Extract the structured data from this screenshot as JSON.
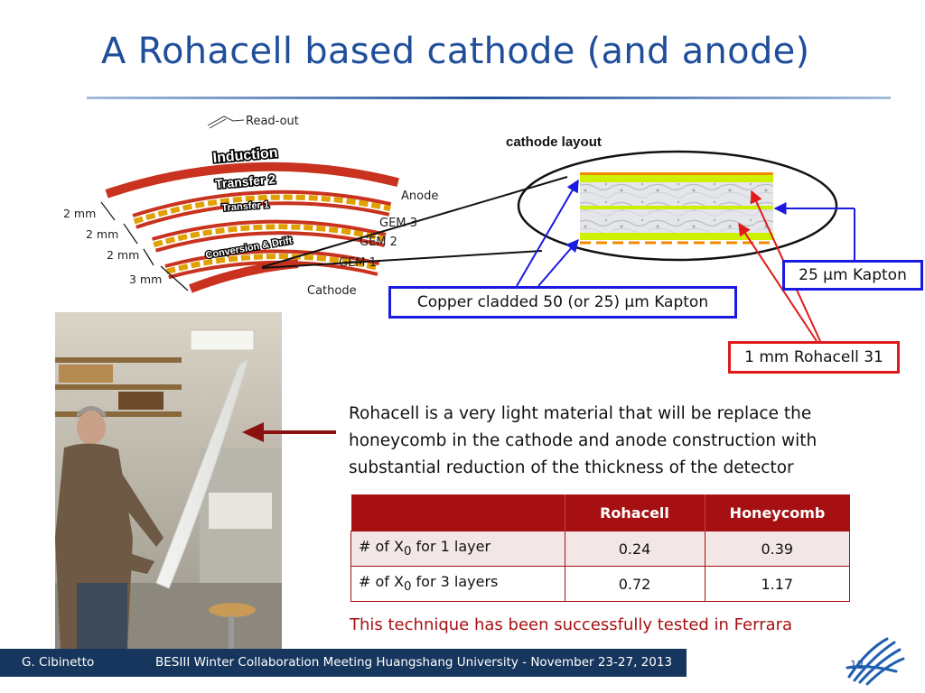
{
  "slide": {
    "title": "A Rohacell based cathode (and anode)"
  },
  "diagram": {
    "layer_labels": [
      "Induction",
      "Transfer 2",
      "Transfer 1",
      "Conversion & Drift"
    ],
    "readout_label": "Read-out",
    "electrode_labels": [
      "Anode",
      "GEM 3",
      "GEM 2",
      "GEM 1",
      "Cathode"
    ],
    "gap_labels": [
      "2 mm",
      "2 mm",
      "2 mm",
      "3 mm"
    ],
    "cathode_layout_title": "cathode layout",
    "callouts": {
      "copper": "Copper cladded 50 (or 25) μm Kapton",
      "kapton": "25 μm Kapton",
      "rohacell": "1 mm Rohacell 31"
    }
  },
  "description": "Rohacell is a very light material that will be replace the honeycomb in the cathode and anode construction with substantial reduction of the thickness of the detector",
  "table": {
    "headers": [
      "",
      "Rohacell",
      "Honeycomb"
    ],
    "rows": [
      {
        "pre": "# of X",
        "sub": "0",
        "post": " for 1 layer",
        "rohacell": "0.24",
        "honeycomb": "0.39"
      },
      {
        "pre": "# of X",
        "sub": "0",
        "post": " for 3 layers",
        "rohacell": "0.72",
        "honeycomb": "1.17"
      }
    ]
  },
  "note": "This technique has been successfully tested in Ferrara",
  "footer": {
    "author": "G. Cibinetto",
    "event": "BESIII Winter Collaboration Meeting Huangshang University - November 23-27, 2013",
    "page": "12"
  },
  "colors": {
    "title_blue": "#1f4e9a",
    "footer_navy": "#17365d",
    "table_red": "#a61012",
    "gem_orange": "#e0a000",
    "gem_red": "#c8321e",
    "kapton_yellow": "#ccf000"
  }
}
